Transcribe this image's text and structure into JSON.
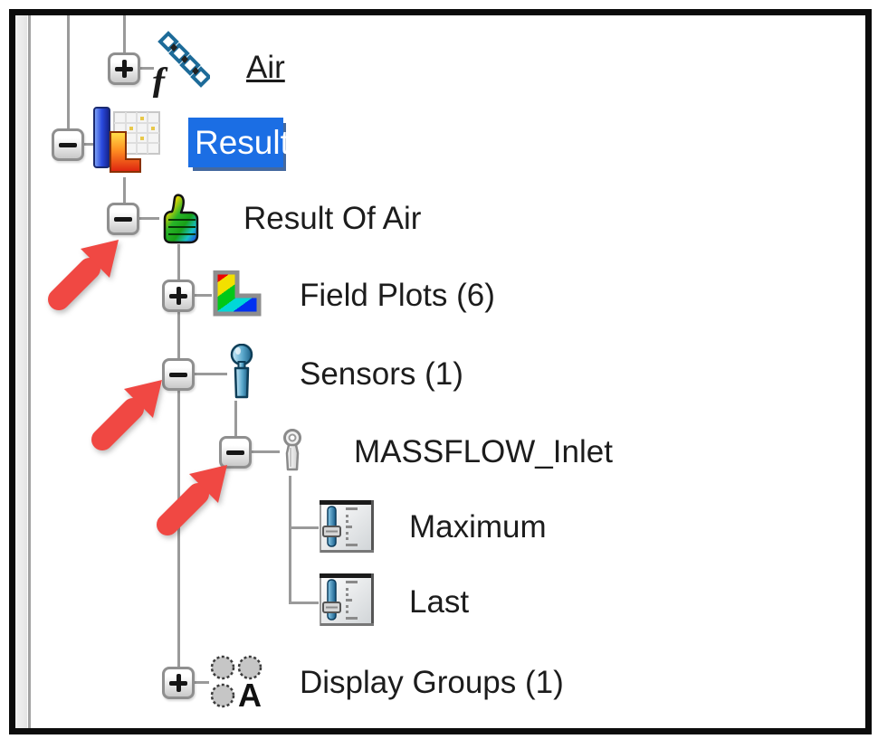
{
  "panel": {
    "kind": "design-study-result-tree"
  },
  "colors": {
    "selection_bg": "#1b6ee4",
    "selection_text": "#ffffff",
    "annotation_arrow": "#f04843",
    "tree_line": "#9a9a9a",
    "frame_border": "#0c0c0c"
  },
  "tree": {
    "nodes": [
      {
        "id": "air",
        "label": "Air",
        "expander": "collapsed",
        "underlined": true
      },
      {
        "id": "result",
        "label": "Result",
        "expander": "expanded",
        "selected": true
      },
      {
        "id": "result-of-air",
        "label": "Result Of Air",
        "expander": "expanded"
      },
      {
        "id": "field-plots",
        "label": "Field Plots (6)",
        "expander": "collapsed",
        "count": 6
      },
      {
        "id": "sensors",
        "label": "Sensors (1)",
        "expander": "expanded",
        "count": 1
      },
      {
        "id": "massflow-inlet",
        "label": "MASSFLOW_Inlet",
        "expander": "expanded"
      },
      {
        "id": "maximum",
        "label": "Maximum"
      },
      {
        "id": "last",
        "label": "Last"
      },
      {
        "id": "display-groups",
        "label": "Display Groups (1)",
        "expander": "collapsed",
        "count": 1
      }
    ]
  },
  "annotations": {
    "arrows": [
      {
        "points_at": "result-of-air-expander"
      },
      {
        "points_at": "sensors-expander"
      },
      {
        "points_at": "massflow-inlet-expander"
      }
    ]
  }
}
